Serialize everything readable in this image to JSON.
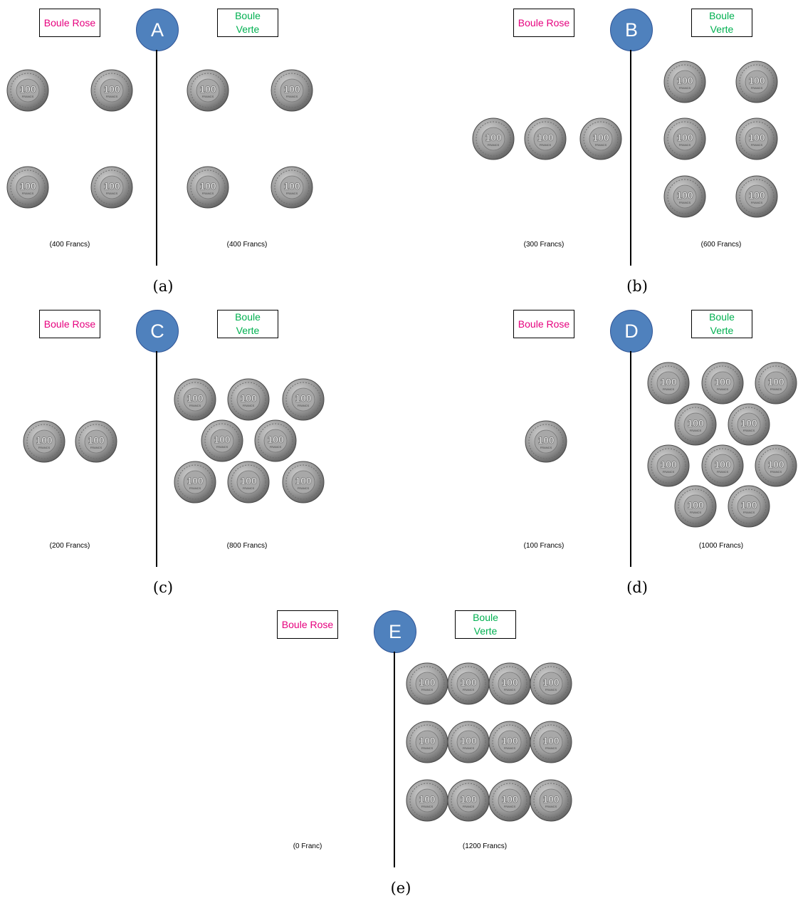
{
  "colors": {
    "rose": "#e6007e",
    "verte": "#00b050",
    "circle": "#4f81bd"
  },
  "coin": {
    "value_text": "100",
    "unit_text": "FRANCS"
  },
  "panels": [
    {
      "letter": "A",
      "rose_label": "Boule Rose",
      "verte_label_1": "Boule",
      "verte_label_2": "Verte",
      "left_amount": "(400 Francs)",
      "right_amount": "(400 Francs)",
      "caption": "(a)",
      "left_coins": 4,
      "right_coins": 4
    },
    {
      "letter": "B",
      "rose_label": "Boule Rose",
      "verte_label_1": "Boule",
      "verte_label_2": "Verte",
      "left_amount": "(300 Francs)",
      "right_amount": "(600 Francs)",
      "caption": "(b)",
      "left_coins": 3,
      "right_coins": 6
    },
    {
      "letter": "C",
      "rose_label": "Boule Rose",
      "verte_label_1": "Boule",
      "verte_label_2": "Verte",
      "left_amount": "(200 Francs)",
      "right_amount": "(800 Francs)",
      "caption": "(c)",
      "left_coins": 2,
      "right_coins": 8
    },
    {
      "letter": "D",
      "rose_label": "Boule Rose",
      "verte_label_1": "Boule",
      "verte_label_2": "Verte",
      "left_amount": "(100 Francs)",
      "right_amount": "(1000 Francs)",
      "caption": "(d)",
      "left_coins": 1,
      "right_coins": 10
    },
    {
      "letter": "E",
      "rose_label": "Boule Rose",
      "verte_label_1": "Boule",
      "verte_label_2": "Verte",
      "left_amount": "(0 Franc)",
      "right_amount": "(1200 Francs)",
      "caption": "(e)",
      "left_coins": 0,
      "right_coins": 12
    }
  ]
}
